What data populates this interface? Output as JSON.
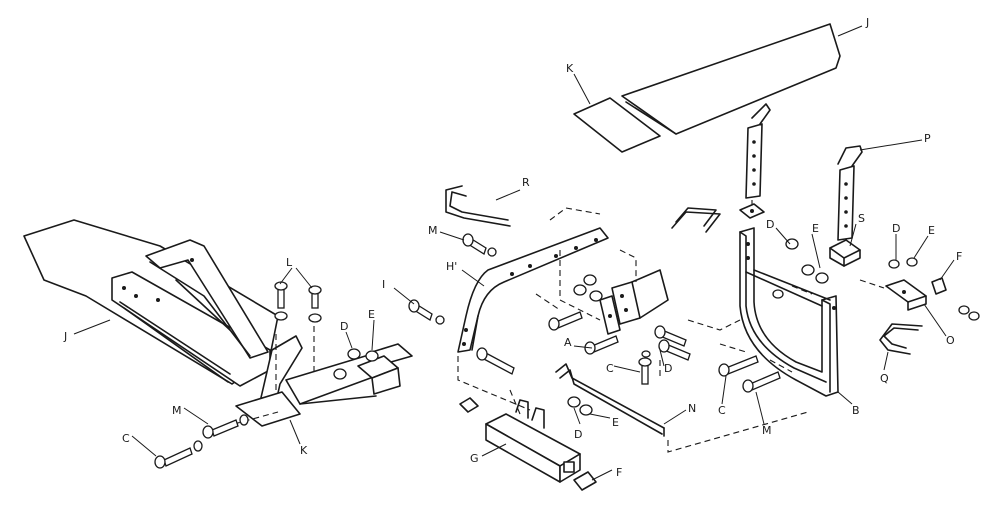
{
  "callouts": {
    "j_right": "J",
    "k_top": "K",
    "p": "P",
    "r": "R",
    "m_mid": "M",
    "h": "H'",
    "i": "I",
    "j_left": "J",
    "l": "L",
    "d_left": "D",
    "e_left": "E",
    "a": "A",
    "c_mid": "C",
    "d_mid": "D",
    "d_lower": "D",
    "e_lower": "E",
    "n": "N",
    "g": "G",
    "f_bottom": "F",
    "m_left": "M",
    "c_left": "C",
    "k_left": "K",
    "d_right": "D",
    "e_right": "E",
    "s": "S",
    "d_far": "D",
    "e_far": "E",
    "f_right": "F",
    "o": "O",
    "q": "Q",
    "c_right": "C",
    "m_right": "M",
    "b": "B"
  }
}
